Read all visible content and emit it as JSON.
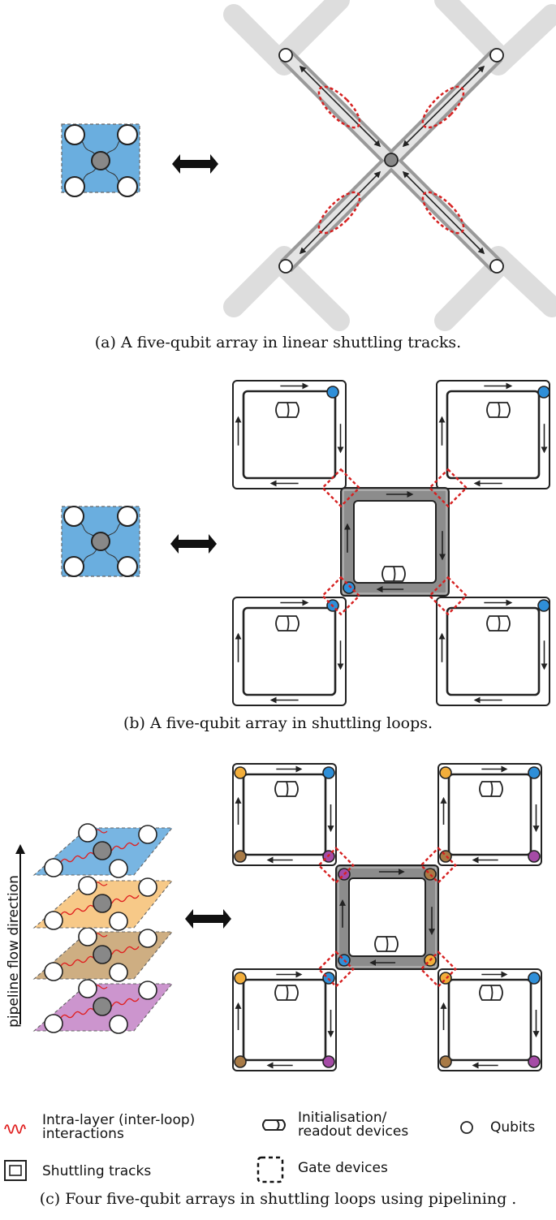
{
  "captions": {
    "a": "(a) A five-qubit array in linear shuttling tracks.",
    "b": "(b) A five-qubit array in shuttling loops.",
    "c": "(c) Four five-qubit arrays in shuttling loops using pipelining ."
  },
  "pipeline_label": "pipeline flow direction",
  "legend": {
    "intra_layer": "Intra-layer (inter-loop)\ninteractions",
    "init_readout": "Initialisation/\nreadout devices",
    "qubits": "Qubits",
    "shuttling_tracks": "Shuttling tracks",
    "gate_devices": "Gate devices"
  },
  "colors": {
    "layer_blue": "#6aaedf",
    "layer_orange": "#f7c47c",
    "layer_brown": "#c9a675",
    "layer_purple": "#c78ac9",
    "qubit_blue": "#2f8fd8",
    "qubit_orange": "#f2ae3b",
    "qubit_brown": "#a87a46",
    "qubit_purple": "#a54ba6",
    "track_gray": "#8c8c8c",
    "gate_red": "#d62020",
    "interaction_red": "#e02020"
  }
}
